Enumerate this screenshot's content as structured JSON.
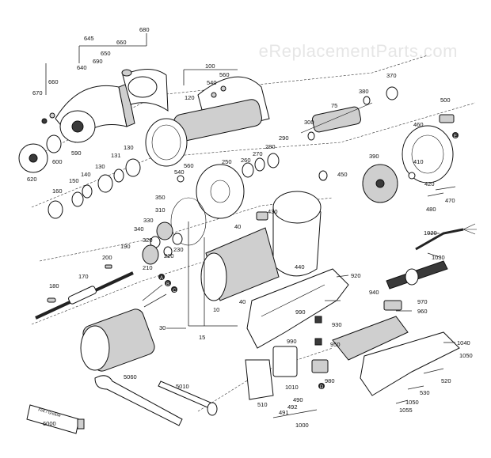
{
  "watermark": "eReplacementParts.com",
  "part_labels": {
    "p680": "680",
    "p660a": "660",
    "p645": "645",
    "p650": "650",
    "p690": "690",
    "p640": "640",
    "p660b": "660",
    "p670": "670",
    "p590": "590",
    "p600": "600",
    "p620": "620",
    "p100": "100",
    "p540a": "540",
    "p560a": "560",
    "p120": "120",
    "p380": "380",
    "p370": "370",
    "p75": "75",
    "p300": "300",
    "p500": "500",
    "p460": "460",
    "p290": "290",
    "p280": "280",
    "p270": "270",
    "p260": "260",
    "p250": "250",
    "p130a": "130",
    "p131": "131",
    "p130b": "130",
    "p140": "140",
    "p150": "150",
    "p160": "160",
    "p560b": "560",
    "p540b": "540",
    "p350": "350",
    "p390": "390",
    "p410": "410",
    "p420": "420",
    "p450": "450",
    "p470": "470",
    "p480": "480",
    "p310": "310",
    "p330": "330",
    "p340": "340",
    "p320": "320",
    "p230": "230",
    "p220": "220",
    "p190": "190",
    "p210": "210",
    "p200": "200",
    "p430": "430",
    "p40a": "40",
    "p440": "440",
    "p1020": "1020",
    "p1030": "1030",
    "p920": "920",
    "p170": "170",
    "p180": "180",
    "p10": "10",
    "p40b": "40",
    "p970": "970",
    "p960": "960",
    "p940": "940",
    "p30": "30",
    "p15": "15",
    "p990a": "990",
    "p990b": "990",
    "p930": "930",
    "p950": "950",
    "p1040": "1040",
    "p1050a": "1050",
    "p1010": "1010",
    "p980": "980",
    "p530": "530",
    "p520": "520",
    "p5060": "5060",
    "p5010": "5010",
    "p510": "510",
    "p490": "490",
    "p492": "492",
    "p491": "491",
    "p1000": "1000",
    "p1050b": "1050",
    "p1055": "1055",
    "p6000": "6000"
  },
  "callouts": [
    "A",
    "B",
    "C",
    "D",
    "E"
  ],
  "tube_label": "Fett / Grease"
}
